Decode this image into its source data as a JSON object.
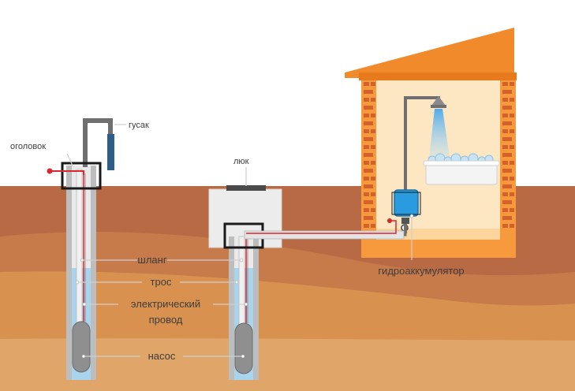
{
  "diagram": {
    "labels": {
      "gooseneck": "гусак",
      "head": "оголовок",
      "hatch": "люк",
      "hose": "шланг",
      "cable": "трос",
      "wire_line1": "электрический",
      "wire_line2": "провод",
      "pump": "насос",
      "accumulator": "гидроаккумулятор"
    },
    "colors": {
      "sky": "#ffffff",
      "ground_top": "#b86a45",
      "ground_mid": "#c77a4a",
      "ground_low": "#d8914f",
      "ground_bottom": "#e0a568",
      "house_wall": "#f79a3e",
      "house_interior": "#fde7c2",
      "roof": "#f08a2a",
      "brick": "#d4602a",
      "water": "#a9d4ee",
      "casing": "#d9d9d9",
      "pipe": "#888888",
      "hose": "#e4e4e4",
      "wire": "#d9272e",
      "pump": "#8f8f8f",
      "accumulator": "#2b9be0",
      "frame": "#1a1a1a"
    }
  }
}
